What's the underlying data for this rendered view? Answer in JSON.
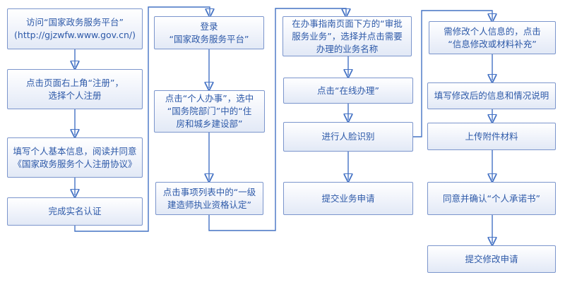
{
  "colors": {
    "arrow_line": "#4472C4",
    "box_border": "#7b95cc",
    "box_fill_top": "#ffffff",
    "box_fill_bottom": "#e2e9f6",
    "box_text": "#2d59a8",
    "canvas_background": "#ffffff"
  },
  "flow": {
    "c1b1": "访问“国家政务服务平台”\n(http://gjzwfw.www.gov.cn/)",
    "c1b2": "点击页面右上角“注册”，\n选择个人注册",
    "c1b3": "填写个人基本信息，阅读并同意\n《国家政务服务个人注册协议》",
    "c1b4": "完成实名认证",
    "c2b1": "登录\n“国家政务服务平台”",
    "c2b2": "点击“个人办事”，选中\n“国务院部门”中的“住\n房和城乡建设部”",
    "c2b3": "点击事项列表中的“一级\n建造师执业资格认定”",
    "c3b1": "在办事指南页面下方的“审批\n服务业务”，选择并点击需要\n办理的业务名称",
    "c3b2": "点击“在线办理”",
    "c3b3": "进行人脸识别",
    "c3b4": "提交业务申请",
    "c4b1": "需修改个人信息的，点击\n“信息修改或材料补充”",
    "c4b2": "填写修改后的信息和情况说明",
    "c4b3": "上传附件材料",
    "c4b4": "同意并确认“个人承诺书”",
    "c4b5": "提交修改申请"
  }
}
